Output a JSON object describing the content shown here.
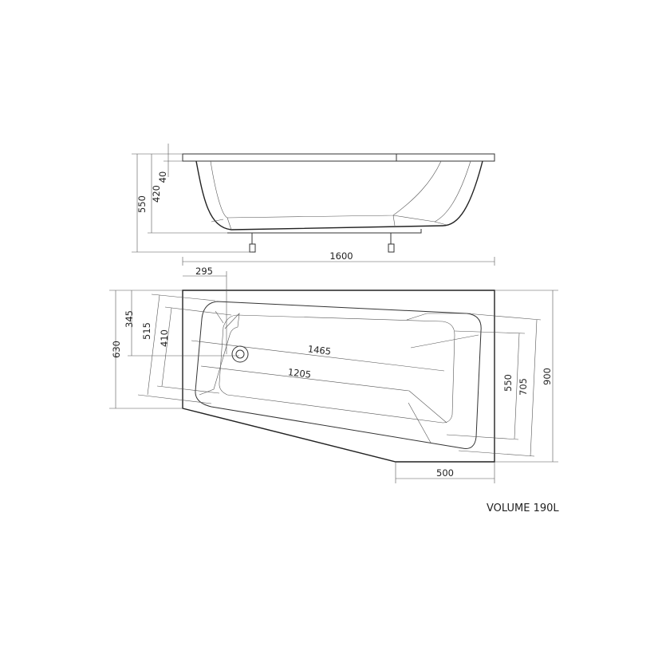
{
  "side_view": {
    "dims": {
      "overall_height": "550",
      "tub_height": "420",
      "rim_thickness": "40",
      "length": "1600"
    }
  },
  "plan_view": {
    "dims": {
      "drain_offset": "295",
      "length_top": "1465",
      "length_bottom": "1205",
      "drain_depth": "345",
      "left_width": "630",
      "inner_left_outer": "515",
      "inner_left_inner": "410",
      "inner_right_inner": "550",
      "inner_right_outer": "705",
      "right_width": "900",
      "short_edge": "500"
    }
  },
  "volume_label": "VOLUME 190L"
}
